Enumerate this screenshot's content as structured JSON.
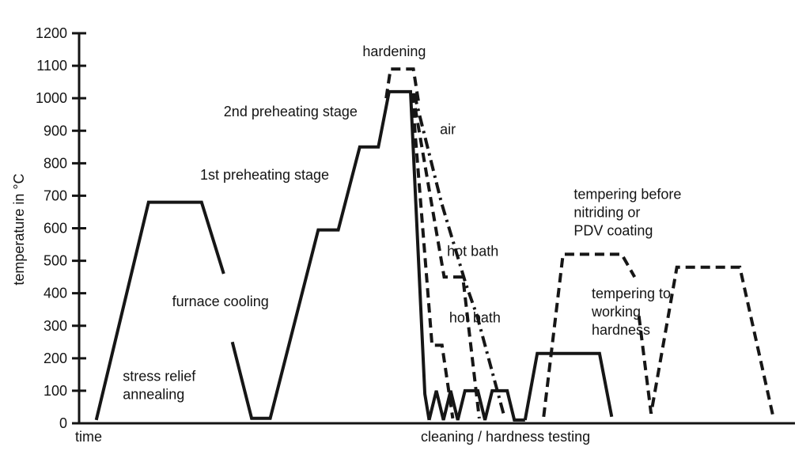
{
  "chart_data": {
    "type": "line",
    "title": "",
    "ylabel": "temperature in °C",
    "xlabel": "time",
    "x_annotation": "cleaning / hardness testing",
    "ylim": [
      0,
      1200
    ],
    "yticks": [
      0,
      100,
      200,
      300,
      400,
      500,
      600,
      700,
      800,
      900,
      1000,
      1100,
      1200
    ],
    "grid": false,
    "legend": "none",
    "line_color": "#161616",
    "background": "#ffffff",
    "series": [
      {
        "name": "stress-relief-annealing",
        "style": "solid",
        "points": [
          [
            2.4,
            10
          ],
          [
            9.7,
            680
          ],
          [
            17.1,
            680
          ],
          [
            20.2,
            460
          ]
        ]
      },
      {
        "name": "furnace-cooling-preheating-hardening",
        "style": "solid",
        "points": [
          [
            21.4,
            250
          ],
          [
            24.1,
            15
          ],
          [
            26.7,
            15
          ],
          [
            33.4,
            595
          ],
          [
            36.2,
            595
          ],
          [
            39.2,
            850
          ],
          [
            41.8,
            850
          ],
          [
            43.3,
            1020
          ],
          [
            46.3,
            1020
          ],
          [
            48.3,
            90
          ],
          [
            48.9,
            10
          ]
        ]
      },
      {
        "name": "hardening-upper-range",
        "style": "dashed",
        "points": [
          [
            42.9,
            1000
          ],
          [
            43.5,
            1090
          ],
          [
            46.7,
            1090
          ],
          [
            47.4,
            990
          ]
        ]
      },
      {
        "name": "hot-bath-quench-lower",
        "style": "dashed",
        "points": [
          [
            46.5,
            1015
          ],
          [
            49.3,
            240
          ],
          [
            50.7,
            240
          ],
          [
            52.2,
            15
          ]
        ]
      },
      {
        "name": "hot-bath-quench-upper",
        "style": "dashed",
        "points": [
          [
            46.6,
            1015
          ],
          [
            51.0,
            450
          ],
          [
            53.6,
            450
          ],
          [
            55.9,
            15
          ]
        ]
      },
      {
        "name": "air-quench",
        "style": "dashdot",
        "points": [
          [
            46.8,
            1015
          ],
          [
            50.6,
            680
          ],
          [
            54.0,
            430
          ],
          [
            55.6,
            330
          ],
          [
            59.4,
            20
          ]
        ]
      },
      {
        "name": "cleaning-hardness-testing-cycles",
        "style": "solid",
        "points": [
          [
            48.9,
            10
          ],
          [
            49.9,
            100
          ],
          [
            50.9,
            10
          ],
          [
            51.9,
            100
          ],
          [
            52.9,
            10
          ],
          [
            53.9,
            100
          ],
          [
            55.7,
            100
          ],
          [
            56.7,
            10
          ],
          [
            57.7,
            100
          ],
          [
            59.8,
            100
          ],
          [
            60.8,
            10
          ],
          [
            62.3,
            10
          ]
        ]
      },
      {
        "name": "tempering-220",
        "style": "solid",
        "points": [
          [
            62.3,
            10
          ],
          [
            64.0,
            215
          ],
          [
            72.7,
            215
          ],
          [
            74.4,
            20
          ]
        ]
      },
      {
        "name": "tempering-before-nitriding-pdv",
        "style": "dashed",
        "points": [
          [
            64.9,
            20
          ],
          [
            67.6,
            520
          ],
          [
            75.8,
            520
          ],
          [
            77.6,
            450
          ]
        ]
      },
      {
        "name": "tempering-working-hardness",
        "style": "dashed",
        "points": [
          [
            78.2,
            330
          ],
          [
            79.9,
            30
          ],
          [
            83.5,
            480
          ],
          [
            92.3,
            480
          ],
          [
            97.0,
            15
          ]
        ]
      }
    ],
    "annotations": [
      {
        "name": "hardening-label",
        "lines": [
          "hardening"
        ],
        "x": 39.6,
        "temp": 1130
      },
      {
        "name": "second-preheating-label",
        "lines": [
          "2nd preheating stage"
        ],
        "x": 20.2,
        "temp": 945
      },
      {
        "name": "air-label",
        "lines": [
          "air"
        ],
        "x": 50.4,
        "temp": 890
      },
      {
        "name": "first-preheating-label",
        "lines": [
          "1st preheating stage"
        ],
        "x": 16.9,
        "temp": 750
      },
      {
        "name": "tempering-nitriding-label",
        "lines": [
          "tempering before",
          "nitriding or",
          "PDV coating"
        ],
        "x": 69.1,
        "temp": 690
      },
      {
        "name": "hot-bath-upper-label",
        "lines": [
          "hot bath"
        ],
        "x": 51.4,
        "temp": 515
      },
      {
        "name": "furnace-cooling-label",
        "lines": [
          "furnace cooling"
        ],
        "x": 13.0,
        "temp": 360
      },
      {
        "name": "tempering-working-label",
        "lines": [
          "tempering to",
          "working",
          "hardness"
        ],
        "x": 71.6,
        "temp": 385
      },
      {
        "name": "hot-bath-lower-label",
        "lines": [
          "hot bath"
        ],
        "x": 51.7,
        "temp": 310
      },
      {
        "name": "stress-relief-label",
        "lines": [
          "stress relief",
          "annealing"
        ],
        "x": 6.1,
        "temp": 130
      }
    ]
  }
}
